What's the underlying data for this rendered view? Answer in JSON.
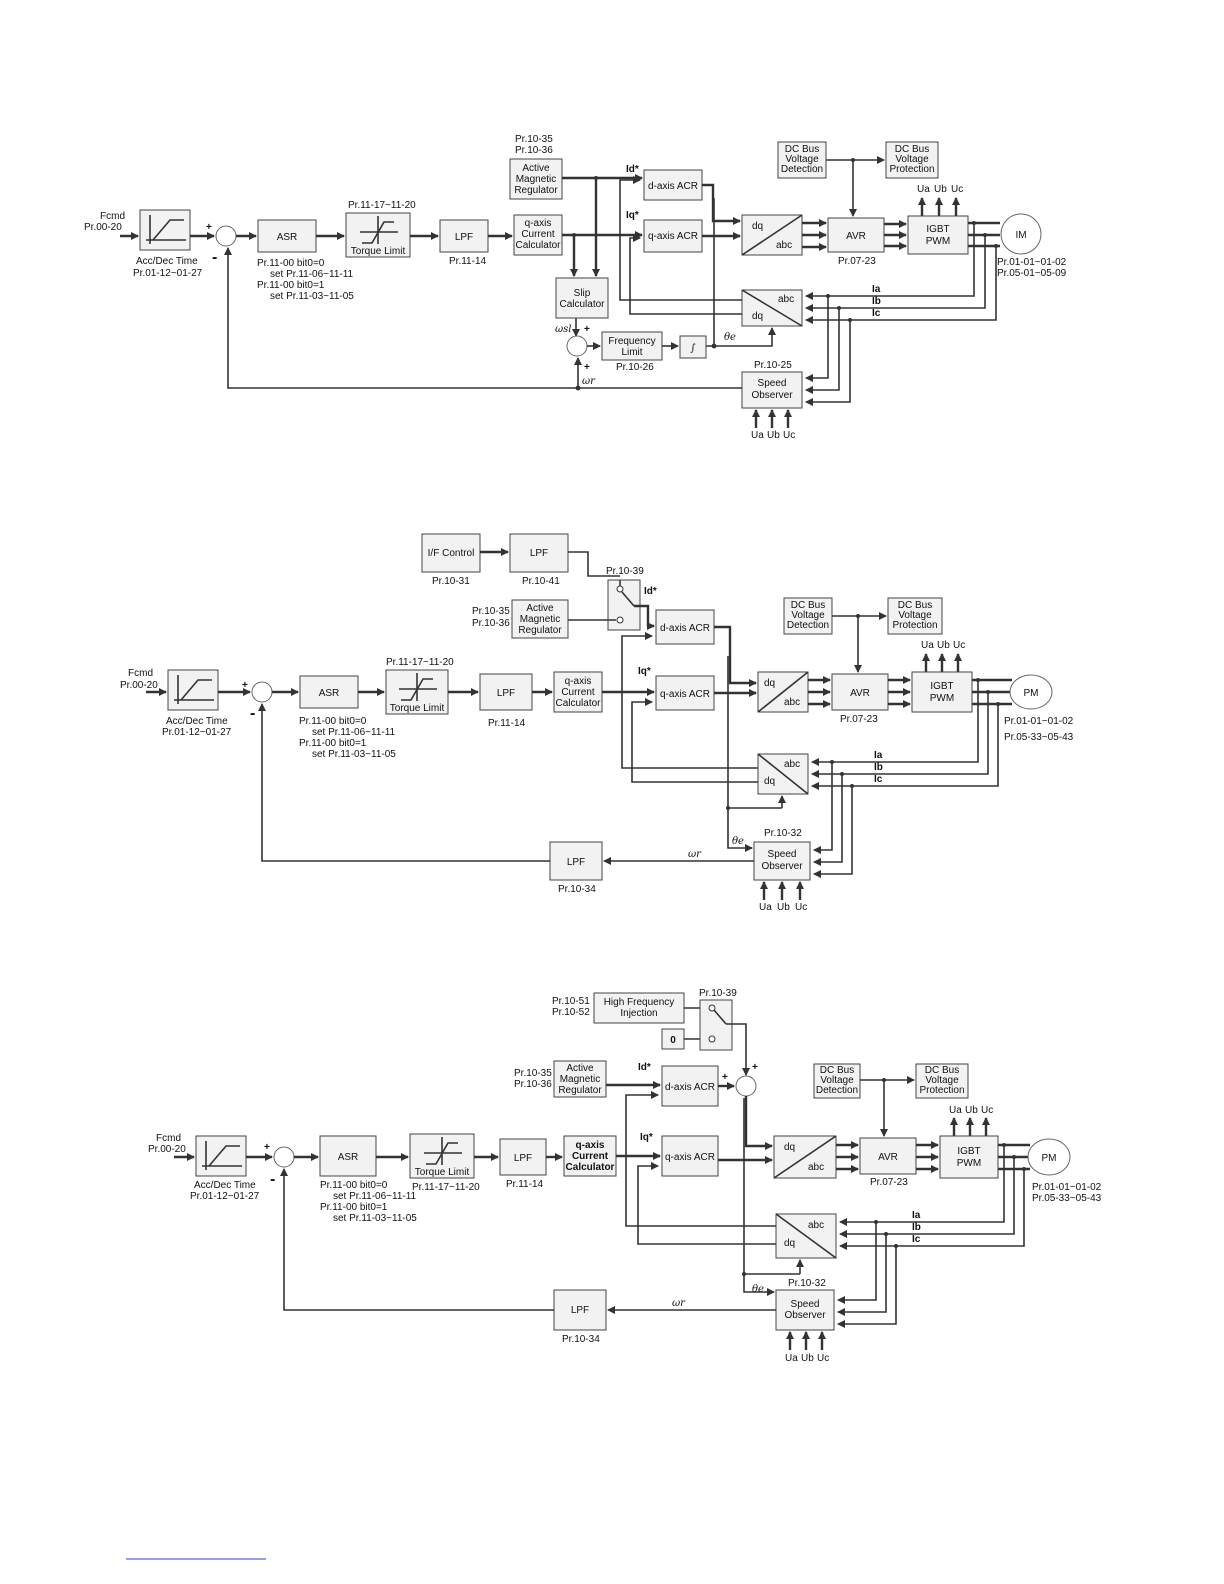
{
  "sym": {
    "plus": "+",
    "minus": "-",
    "id": "Id*",
    "iq": "Iq*",
    "ia": "Ia",
    "ib": "Ib",
    "ic": "Ic",
    "ua": "Ua",
    "ub": "Ub",
    "uc": "Uc",
    "omega_sl": "ωsl",
    "omega_r": "ωr",
    "theta_e": "θe",
    "integral": "∫",
    "zero": "0"
  },
  "d1": {
    "fcmd": "Fcmd",
    "fcmd_par": "Pr.00-20",
    "acc_label": "Acc/Dec Time",
    "acc_par": "Pr.01-12~01-27",
    "asr": "ASR",
    "asr_note1": "Pr.11-00 bit0=0",
    "asr_note2": "set Pr.11-06~11-11",
    "asr_note3": "Pr.11-00 bit0=1",
    "asr_note4": "set Pr.11-03~11-05",
    "tl_par": "Pr.11-17~11-20",
    "tl_label": "Torque Limit",
    "lpf": "LPF",
    "lpf_par": "Pr.11-14",
    "qcc1": "q-axis",
    "qcc2": "Current",
    "qcc3": "Calculator",
    "amr_par1": "Pr.10-35",
    "amr_par2": "Pr.10-36",
    "amr1": "Active",
    "amr2": "Magnetic",
    "amr3": "Regulator",
    "dacr": "d-axis ACR",
    "qacr": "q-axis ACR",
    "dq_top": "dq",
    "abc_bot": "abc",
    "abc_top": "abc",
    "dq_bot": "dq",
    "dcd1": "DC Bus",
    "dcd2": "Voltage",
    "dcd3": "Detection",
    "dcp1": "DC Bus",
    "dcp2": "Voltage",
    "dcp3": "Protection",
    "avr": "AVR",
    "avr_par": "Pr.07-23",
    "igbt1": "IGBT",
    "igbt2": "PWM",
    "motor": "IM",
    "motor_par1": "Pr.01-01~01-02",
    "motor_par2": "Pr.05-01~05-09",
    "slip1": "Slip",
    "slip2": "Calculator",
    "fl1": "Frequency",
    "fl2": "Limit",
    "fl_par": "Pr.10-26",
    "so_par": "Pr.10-25",
    "so1": "Speed",
    "so2": "Observer"
  },
  "d2": {
    "fcmd": "Fcmd",
    "fcmd_par": "Pr.00-20",
    "acc_label": "Acc/Dec Time",
    "acc_par": "Pr.01-12~01-27",
    "asr": "ASR",
    "asr_note1": "Pr.11-00 bit0=0",
    "asr_note2": "set Pr.11-06~11-11",
    "asr_note3": "Pr.11-00 bit0=1",
    "asr_note4": "set Pr.11-03~11-05",
    "tl_par": "Pr.11-17~11-20",
    "tl_label": "Torque Limit",
    "lpf": "LPF",
    "lpf_par": "Pr.11-14",
    "qcc1": "q-axis",
    "qcc2": "Current",
    "qcc3": "Calculator",
    "ifc": "I/F Control",
    "ifc_par": "Pr.10-31",
    "lpf2": "LPF",
    "lpf2_par": "Pr.10-41",
    "sw_par": "Pr.10-39",
    "amr_par1": "Pr.10-35",
    "amr_par2": "Pr.10-36",
    "amr1": "Active",
    "amr2": "Magnetic",
    "amr3": "Regulator",
    "dacr": "d-axis ACR",
    "qacr": "q-axis ACR",
    "dq_top": "dq",
    "abc_bot": "abc",
    "abc_top": "abc",
    "dq_bot": "dq",
    "dcd1": "DC Bus",
    "dcd2": "Voltage",
    "dcd3": "Detection",
    "dcp1": "DC Bus",
    "dcp2": "Voltage",
    "dcp3": "Protection",
    "avr": "AVR",
    "avr_par": "Pr.07-23",
    "igbt1": "IGBT",
    "igbt2": "PWM",
    "motor": "PM",
    "motor_par1": "Pr.01-01~01-02",
    "motor_par2": "Pr.05-33~05-43",
    "so_par": "Pr.10-32",
    "so1": "Speed",
    "so2": "Observer",
    "lpf3": "LPF",
    "lpf3_par": "Pr.10-34"
  },
  "d3": {
    "fcmd": "Fcmd",
    "fcmd_par": "Pr.00-20",
    "acc_label": "Acc/Dec Time",
    "acc_par": "Pr.01-12~01-27",
    "asr": "ASR",
    "asr_note1": "Pr.11-00 bit0=0",
    "asr_note2": "set Pr.11-06~11-11",
    "asr_note3": "Pr.11-00 bit0=1",
    "asr_note4": "set Pr.11-03~11-05",
    "tl_label": "Torque Limit",
    "tl_par": "Pr.11-17~11-20",
    "lpf": "LPF",
    "lpf_par": "Pr.11-14",
    "qcc1": "q-axis",
    "qcc2": "Current",
    "qcc3": "Calculator",
    "hfi_par1": "Pr.10-51",
    "hfi_par2": "Pr.10-52",
    "hfi1": "High Frequency",
    "hfi2": "Injection",
    "sw_par": "Pr.10-39",
    "amr_par1": "Pr.10-35",
    "amr_par2": "Pr.10-36",
    "amr1": "Active",
    "amr2": "Magnetic",
    "amr3": "Regulator",
    "dacr": "d-axis ACR",
    "qacr": "q-axis ACR",
    "dq_top": "dq",
    "abc_bot": "abc",
    "abc_top": "abc",
    "dq_bot": "dq",
    "dcd1": "DC Bus",
    "dcd2": "Voltage",
    "dcd3": "Detection",
    "dcp1": "DC Bus",
    "dcp2": "Voltage",
    "dcp3": "Protection",
    "avr": "AVR",
    "avr_par": "Pr.07-23",
    "igbt1": "IGBT",
    "igbt2": "PWM",
    "motor": "PM",
    "motor_par1": "Pr.01-01~01-02",
    "motor_par2": "Pr.05-33~05-43",
    "so_par": "Pr.10-32",
    "so1": "Speed",
    "so2": "Observer",
    "lpf3": "LPF",
    "lpf3_par": "Pr.10-34"
  }
}
